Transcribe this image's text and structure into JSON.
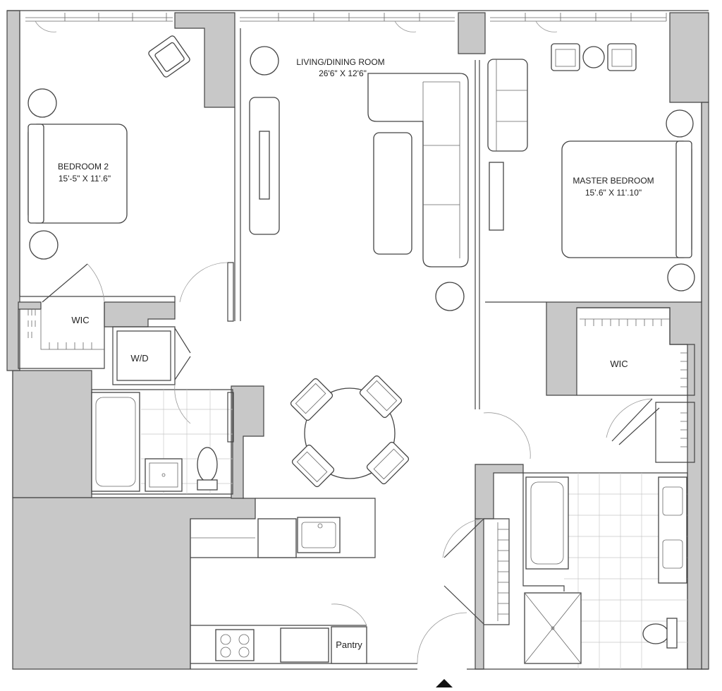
{
  "rooms": {
    "living": {
      "name": "LIVING/DINING ROOM",
      "dims": "26'6\" X 12'6\""
    },
    "bedroom2": {
      "name": "BEDROOM 2",
      "dims": "15'-5\" X 11'.6\""
    },
    "master": {
      "name": "MASTER BEDROOM",
      "dims": "15'.6\" X 11'.10\""
    },
    "wic_left": "WIC",
    "wic_right": "WIC",
    "wd": "W/D",
    "pantry": "Pantry"
  },
  "colors": {
    "wall": "#c8c8c8",
    "line": "#444444",
    "tile": "#c8c8c8"
  }
}
